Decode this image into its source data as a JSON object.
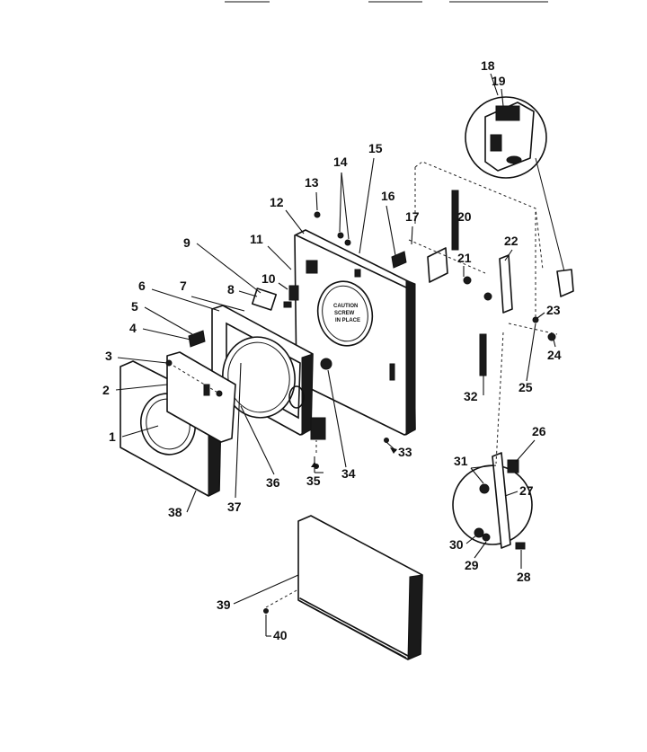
{
  "panel_notice": [
    "CAUTION",
    "SCREW",
    "IN PLACE"
  ],
  "callouts": [
    "1",
    "2",
    "3",
    "4",
    "5",
    "6",
    "7",
    "8",
    "9",
    "10",
    "11",
    "12",
    "13",
    "14",
    "15",
    "16",
    "17",
    "18",
    "19",
    "20",
    "21",
    "22",
    "23",
    "24",
    "25",
    "26",
    "27",
    "28",
    "29",
    "30",
    "31",
    "32",
    "33",
    "34",
    "35",
    "36",
    "37",
    "38",
    "39",
    "40"
  ]
}
